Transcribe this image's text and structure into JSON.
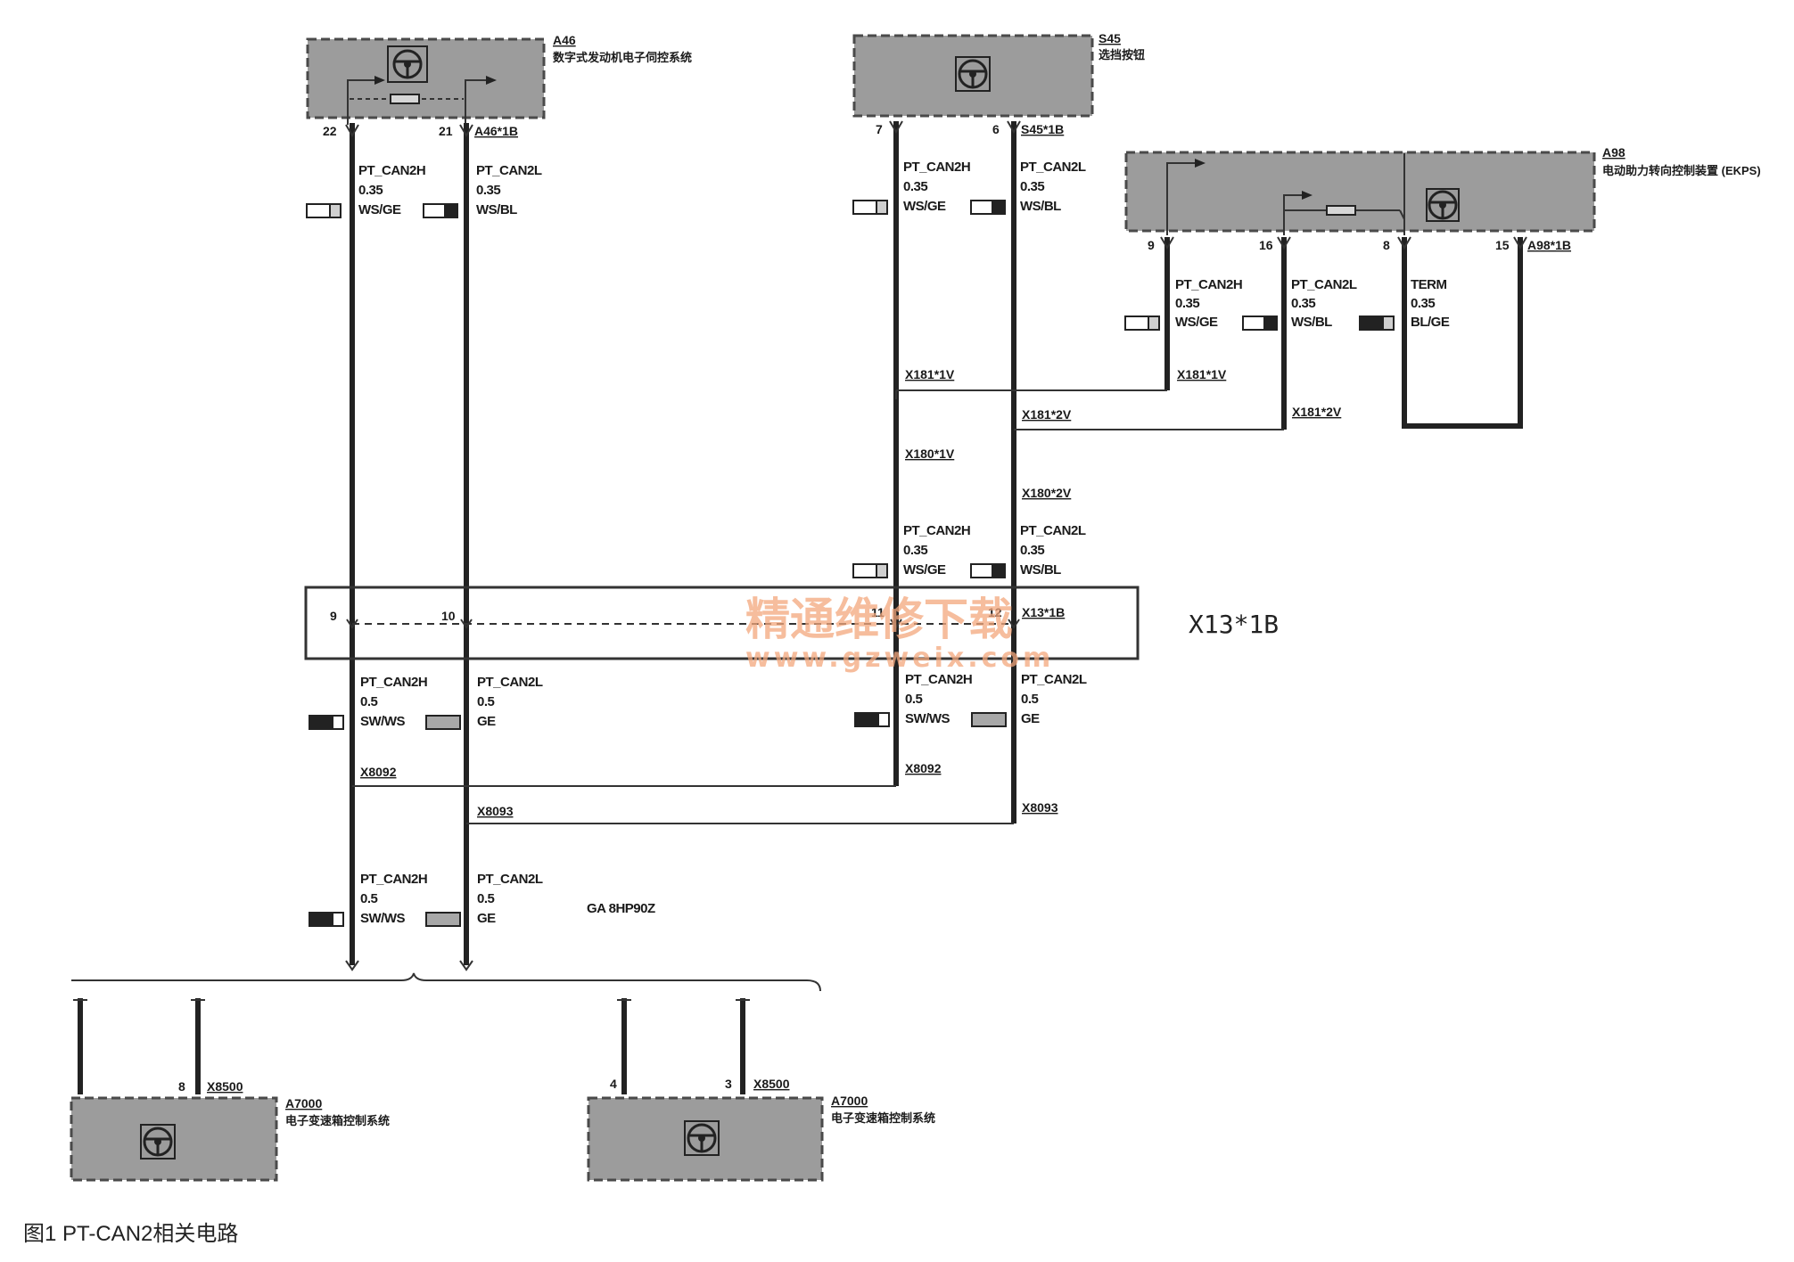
{
  "modules": {
    "a46": {
      "id": "A46",
      "name": "数字式发动机电子伺控系统",
      "connector": "A46*1B",
      "pins": [
        "22",
        "21"
      ]
    },
    "s45": {
      "id": "S45",
      "name": "选挡按钮",
      "connector": "S45*1B",
      "pins": [
        "7",
        "6"
      ]
    },
    "a98": {
      "id": "A98",
      "name": "电动助力转向控制装置 (EKPS)",
      "connector": "A98*1B",
      "pins": [
        "9",
        "16",
        "8",
        "15"
      ]
    },
    "a7000_left": {
      "id": "A7000",
      "name": "电子变速箱控制系统",
      "connector": "X8500",
      "pin": "8"
    },
    "a7000_right": {
      "id": "A7000",
      "name": "电子变速箱控制系统",
      "connector": "X8500",
      "pins": [
        "4",
        "3"
      ]
    }
  },
  "wires": {
    "can_h": "PT_CAN2H",
    "can_l": "PT_CAN2L",
    "term": "TERM",
    "size_035": "0.35",
    "size_05": "0.5",
    "c_wsge": "WS/GE",
    "c_wsbl": "WS/BL",
    "c_blge": "BL/GE",
    "c_swws": "SW/WS",
    "c_ge": "GE"
  },
  "connectors": {
    "x181_1v": "X181*1V",
    "x181_2v": "X181*2V",
    "x180_1v": "X180*1V",
    "x180_2v": "X180*2V",
    "x13_pins": [
      "9",
      "10",
      "11",
      "12"
    ],
    "x13_small": "X13*1B",
    "x13_big": "X13*1B",
    "x8092": "X8092",
    "x8093": "X8093"
  },
  "gearbox_label": "GA 8HP90Z",
  "watermark": {
    "line1": "精通维修下载",
    "line2": "www.gzweix.com"
  },
  "caption": "图1  PT-CAN2相关电路",
  "colors": {
    "module_fill": "#9c9c9c",
    "watermark": "#f3a77d",
    "wire": "#222222"
  }
}
